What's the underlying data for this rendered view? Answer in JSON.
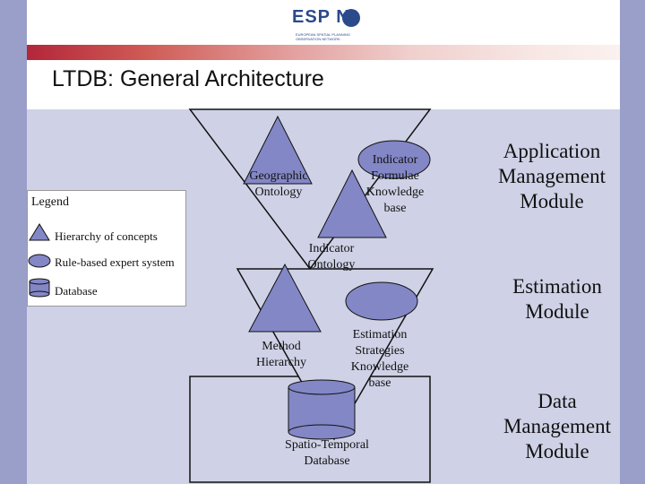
{
  "header": {
    "logo_text": "ESP N",
    "logo_subtitle": "EUROPEAN SPATIAL PLANNING OBSERVATION NETWORK",
    "title": "LTDB: General Architecture"
  },
  "legend": {
    "title": "Legend",
    "items": [
      {
        "symbol": "triangle",
        "label": "Hierarchy of concepts"
      },
      {
        "symbol": "ellipse",
        "label": "Rule-based expert system"
      },
      {
        "symbol": "cylinder",
        "label": "Database"
      }
    ]
  },
  "diagram": {
    "geographic_ontology": "Geographic Ontology",
    "indicator_formulae": "Indicator Formulae Knowledge base",
    "indicator_ontology": "Indicator Ontology",
    "method_hierarchy": "Method Hierarchy",
    "estimation_strategies": "Estimation Strategies Knowledge base",
    "spatio_temporal": "Spatio-Temporal Database"
  },
  "modules": {
    "application": "Application Management Module",
    "estimation": "Estimation Module",
    "data": "Data Management Module"
  },
  "colors": {
    "background": "#9a9fc9",
    "slide": "#cfd2e6",
    "shape_fill": "#8387c6",
    "brand": "#2b4a8c"
  }
}
